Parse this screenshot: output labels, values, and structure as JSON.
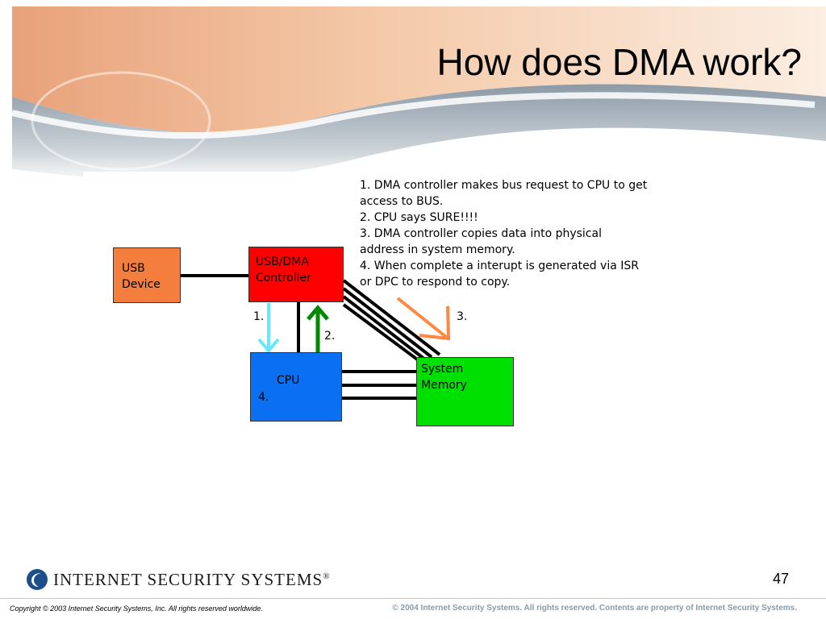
{
  "slide": {
    "title": "How does DMA work?",
    "page_number": "47"
  },
  "steps": [
    "1. DMA controller makes bus request to CPU to get",
    "access to BUS.",
    "2. CPU says SURE!!!!",
    "3. DMA controller copies data into physical",
    "address in system memory.",
    "4. When complete a interupt is generated via ISR",
    "or DPC to respond to copy."
  ],
  "diagram": {
    "usb_device": "USB\nDevice",
    "controller": "USB/DMA\nController",
    "cpu": "CPU",
    "cpu_step": "4.",
    "memory": "System\nMemory",
    "arrow_1": "1.",
    "arrow_2": "2.",
    "arrow_3": "3."
  },
  "footer": {
    "logo_text": "INTERNET SECURITY SYSTEMS",
    "trademark": "®",
    "copyright_left": "Copyright © 2003 Internet Security Systems, Inc. All rights reserved worldwide.",
    "copyright_right": "© 2004 Internet Security Systems. All rights reserved. Contents are property of Internet Security Systems."
  },
  "colors": {
    "usb_device": "#f47e3e",
    "controller": "#ff0000",
    "cpu": "#0a6ff0",
    "memory": "#00e000",
    "arrow_1": "#66e8ff",
    "arrow_2": "#008800",
    "arrow_3": "#ff8844"
  }
}
